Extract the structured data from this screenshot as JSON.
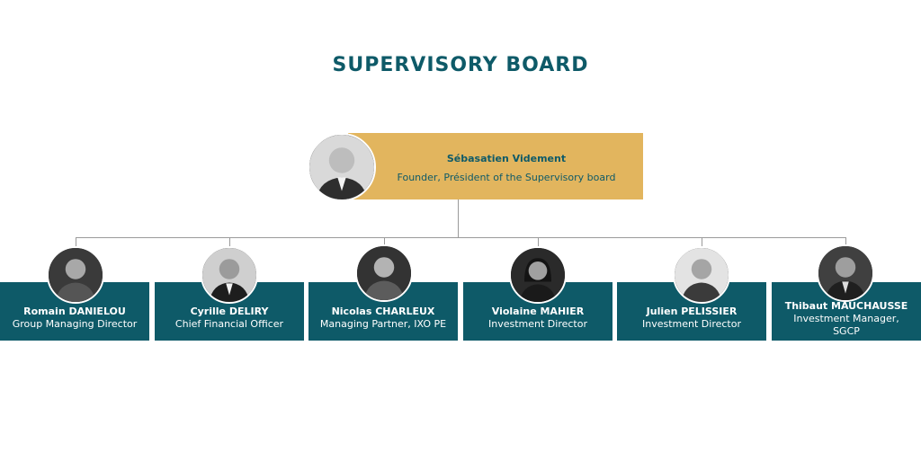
{
  "colors": {
    "title": "#0e5a68",
    "top_box": "#e2b55e",
    "top_text": "#0e5a68",
    "card": "#0e5a68",
    "connector": "#9a9a9a"
  },
  "title": "SUPERVISORY BOARD",
  "top": {
    "name": "Sébasatien Videment",
    "role": "Founder, Président of the Supervisory board"
  },
  "members": [
    {
      "name": "Romain DANIELOU",
      "role": "Group Managing Director"
    },
    {
      "name": "Cyrille DELIRY",
      "role": "Chief Financial Officer"
    },
    {
      "name": "Nicolas CHARLEUX",
      "role": "Managing Partner, IXO PE"
    },
    {
      "name": "Violaine MAHIER",
      "role": "Investment Director"
    },
    {
      "name": "Julien PELISSIER",
      "role": "Investment Director"
    },
    {
      "name": "Thibaut MAUCHAUSSE",
      "role": "Investment Manager,",
      "role2": "SGCP"
    }
  ]
}
